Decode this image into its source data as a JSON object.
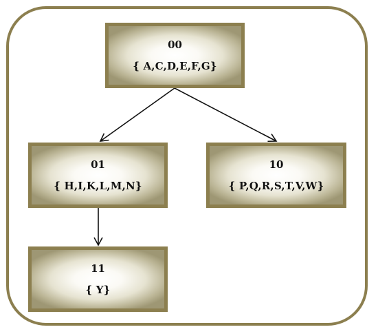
{
  "diagram": {
    "nodes": [
      {
        "id": "00",
        "code": "00",
        "members": "{ A,C,D,E,F,G}"
      },
      {
        "id": "01",
        "code": "01",
        "members": "{ H,I,K,L,M,N}"
      },
      {
        "id": "10",
        "code": "10",
        "members": "{ P,Q,R,S,T,V,W}"
      },
      {
        "id": "11",
        "code": "11",
        "members": "{ Y}"
      }
    ],
    "edges": [
      {
        "from": "00",
        "to": "01"
      },
      {
        "from": "00",
        "to": "10"
      },
      {
        "from": "01",
        "to": "11"
      }
    ],
    "colors": {
      "border": "#8c7f4f",
      "arrow": "#111111"
    }
  }
}
